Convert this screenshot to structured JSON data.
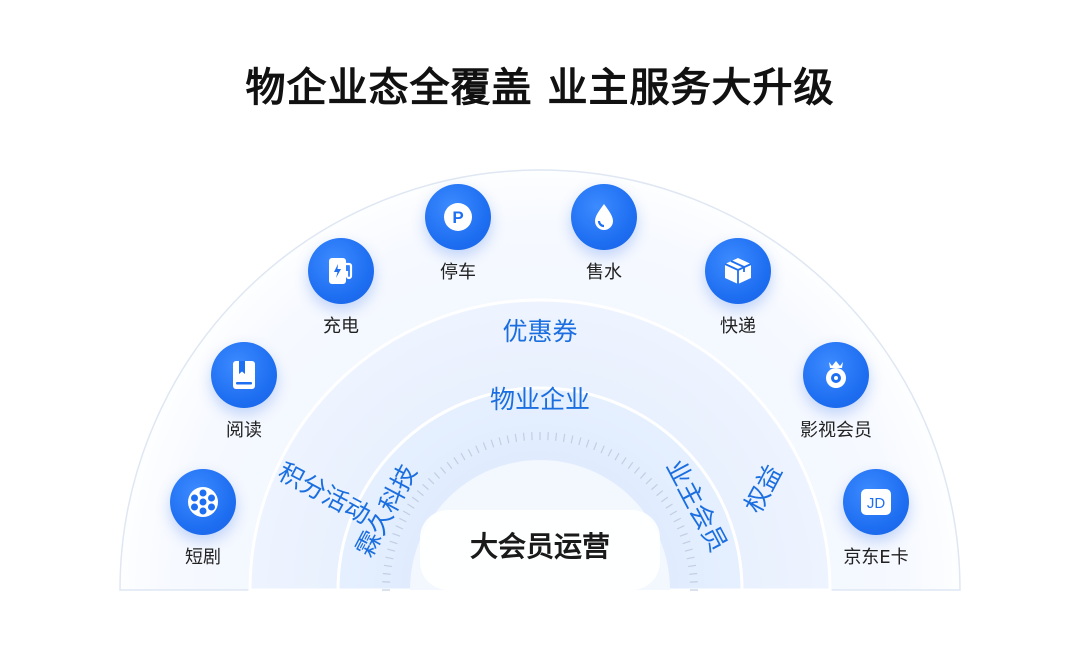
{
  "title": "物企业态全覆盖 业主服务大升级",
  "core": "大会员运营",
  "rings": {
    "outer_top": "优惠券",
    "outer_left": "积分活动",
    "outer_right": "权益",
    "inner_top": "物业企业",
    "inner_left": "霖久科技",
    "inner_right": "业主会员"
  },
  "services": [
    {
      "label": "短剧",
      "icon": "film-reel-icon"
    },
    {
      "label": "阅读",
      "icon": "book-icon"
    },
    {
      "label": "充电",
      "icon": "charging-station-icon"
    },
    {
      "label": "停车",
      "icon": "parking-icon"
    },
    {
      "label": "售水",
      "icon": "water-drop-icon"
    },
    {
      "label": "快递",
      "icon": "package-icon"
    },
    {
      "label": "影视会员",
      "icon": "crown-camera-icon"
    },
    {
      "label": "京东E卡",
      "icon": "jd-card-icon"
    }
  ],
  "colors": {
    "accent": "#1f6ff2",
    "ring_text": "#1a6ee0"
  }
}
